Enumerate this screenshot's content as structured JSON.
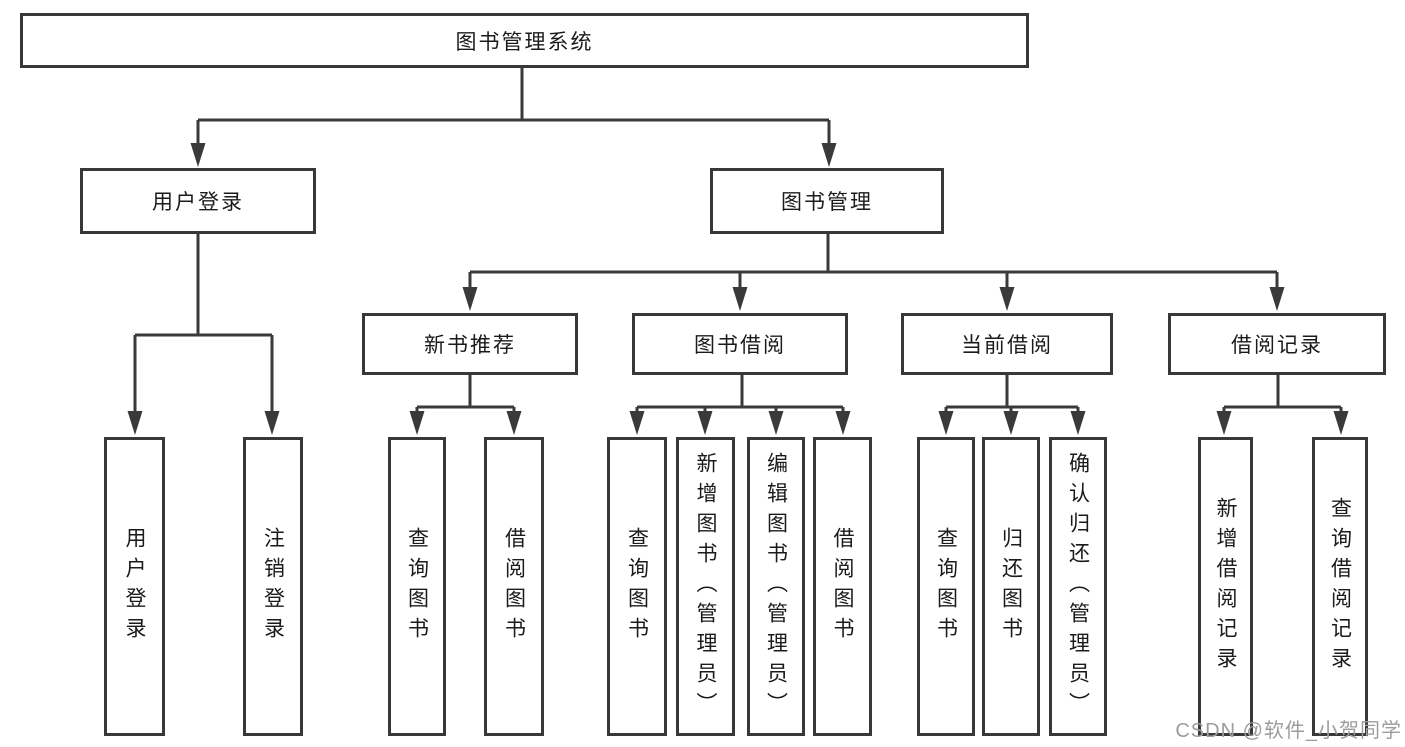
{
  "nodes": {
    "root": {
      "label": "图书管理系统"
    },
    "level2": [
      {
        "label": "用户登录"
      },
      {
        "label": "图书管理"
      }
    ],
    "level3": [
      {
        "label": "新书推荐"
      },
      {
        "label": "图书借阅"
      },
      {
        "label": "当前借阅"
      },
      {
        "label": "借阅记录"
      }
    ],
    "leaves": [
      {
        "label": "用户登录"
      },
      {
        "label": "注销登录"
      },
      {
        "label": "查询图书"
      },
      {
        "label": "借阅图书"
      },
      {
        "label": "查询图书"
      },
      {
        "label": "新增图书（管理员）"
      },
      {
        "label": "编辑图书（管理员）"
      },
      {
        "label": "借阅图书"
      },
      {
        "label": "查询图书"
      },
      {
        "label": "归还图书"
      },
      {
        "label": "确认归还（管理员）"
      },
      {
        "label": "新增借阅记录"
      },
      {
        "label": "查询借阅记录"
      }
    ]
  },
  "watermark": {
    "text": "CSDN @软件_小贺同学"
  },
  "colors": {
    "line": "#3a3a3a",
    "box_border": "#383838",
    "box_fill": "#ffffff",
    "text": "#1b1b1b",
    "watermark": "#9c9c9c",
    "background": "#ffffff"
  }
}
